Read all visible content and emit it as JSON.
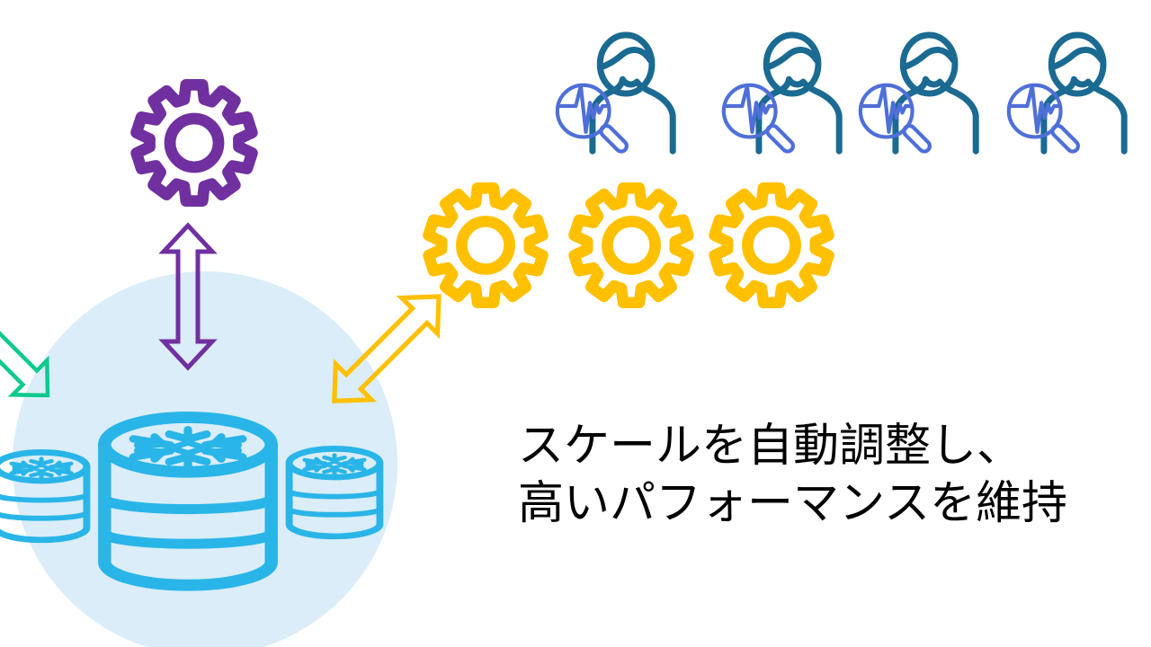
{
  "caption": {
    "line1": "スケールを自動調整し、",
    "line2": "高いパフォーマンスを維持"
  },
  "colors": {
    "background": "#FFFFFF",
    "circle_bg": "#DAEDF8",
    "snowflake_blue": "#29B5E8",
    "purple": "#7030A0",
    "gold": "#FFC000",
    "green": "#0EC98E",
    "person_outline": "#1A6A92",
    "magnifier_blue": "#4F6FD8",
    "caption_text": "#000000"
  },
  "diagram": {
    "analyst_users_count": 4,
    "warehouse_gears_count": 3,
    "databases_count": 3,
    "icons": {
      "auto_scale_gear": "gear-outline",
      "warehouse_gear": "gear-outline",
      "snowflake_database": "database-cylinder-with-snowflake-logo",
      "analyst_user": "person-with-pulse-magnifier",
      "scale_up_down_arrow": "double-headed-outline-arrow-vertical",
      "scale_out_arrow": "double-headed-outline-arrow-diagonal",
      "incoming_query_arrow": "single-outline-arrow-diagonal"
    }
  }
}
